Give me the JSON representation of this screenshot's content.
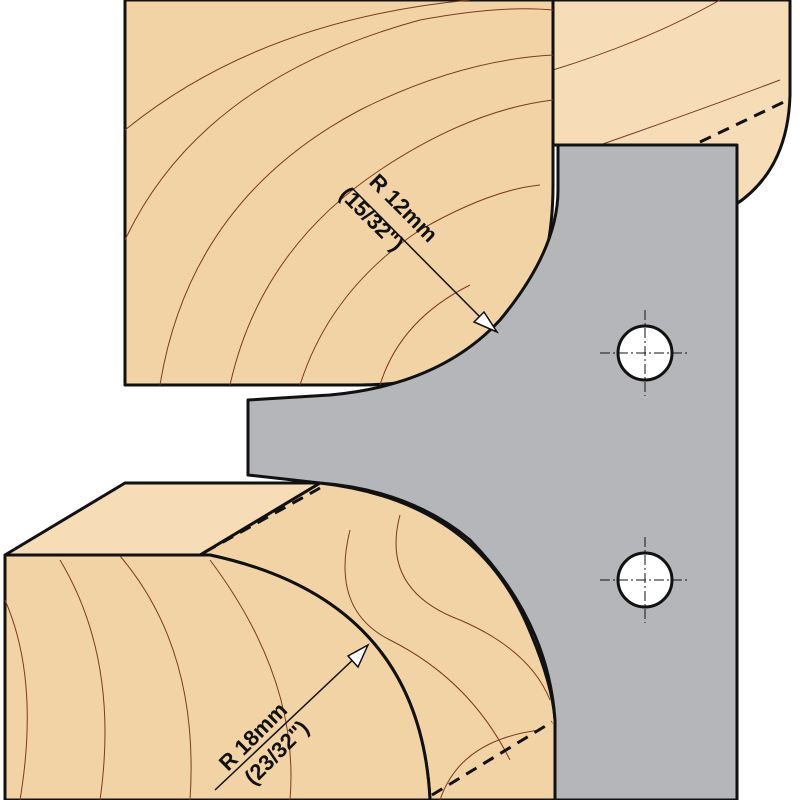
{
  "top_radius": {
    "value": "R 12mm",
    "imperial": "(15/32\")"
  },
  "bottom_radius": {
    "value": "R 18mm",
    "imperial": "(23/32\")"
  },
  "colors": {
    "wood": "#f2d3a6",
    "grain": "#7a3b1c",
    "cutter": "#b4b6b9",
    "outline": "#111111"
  }
}
